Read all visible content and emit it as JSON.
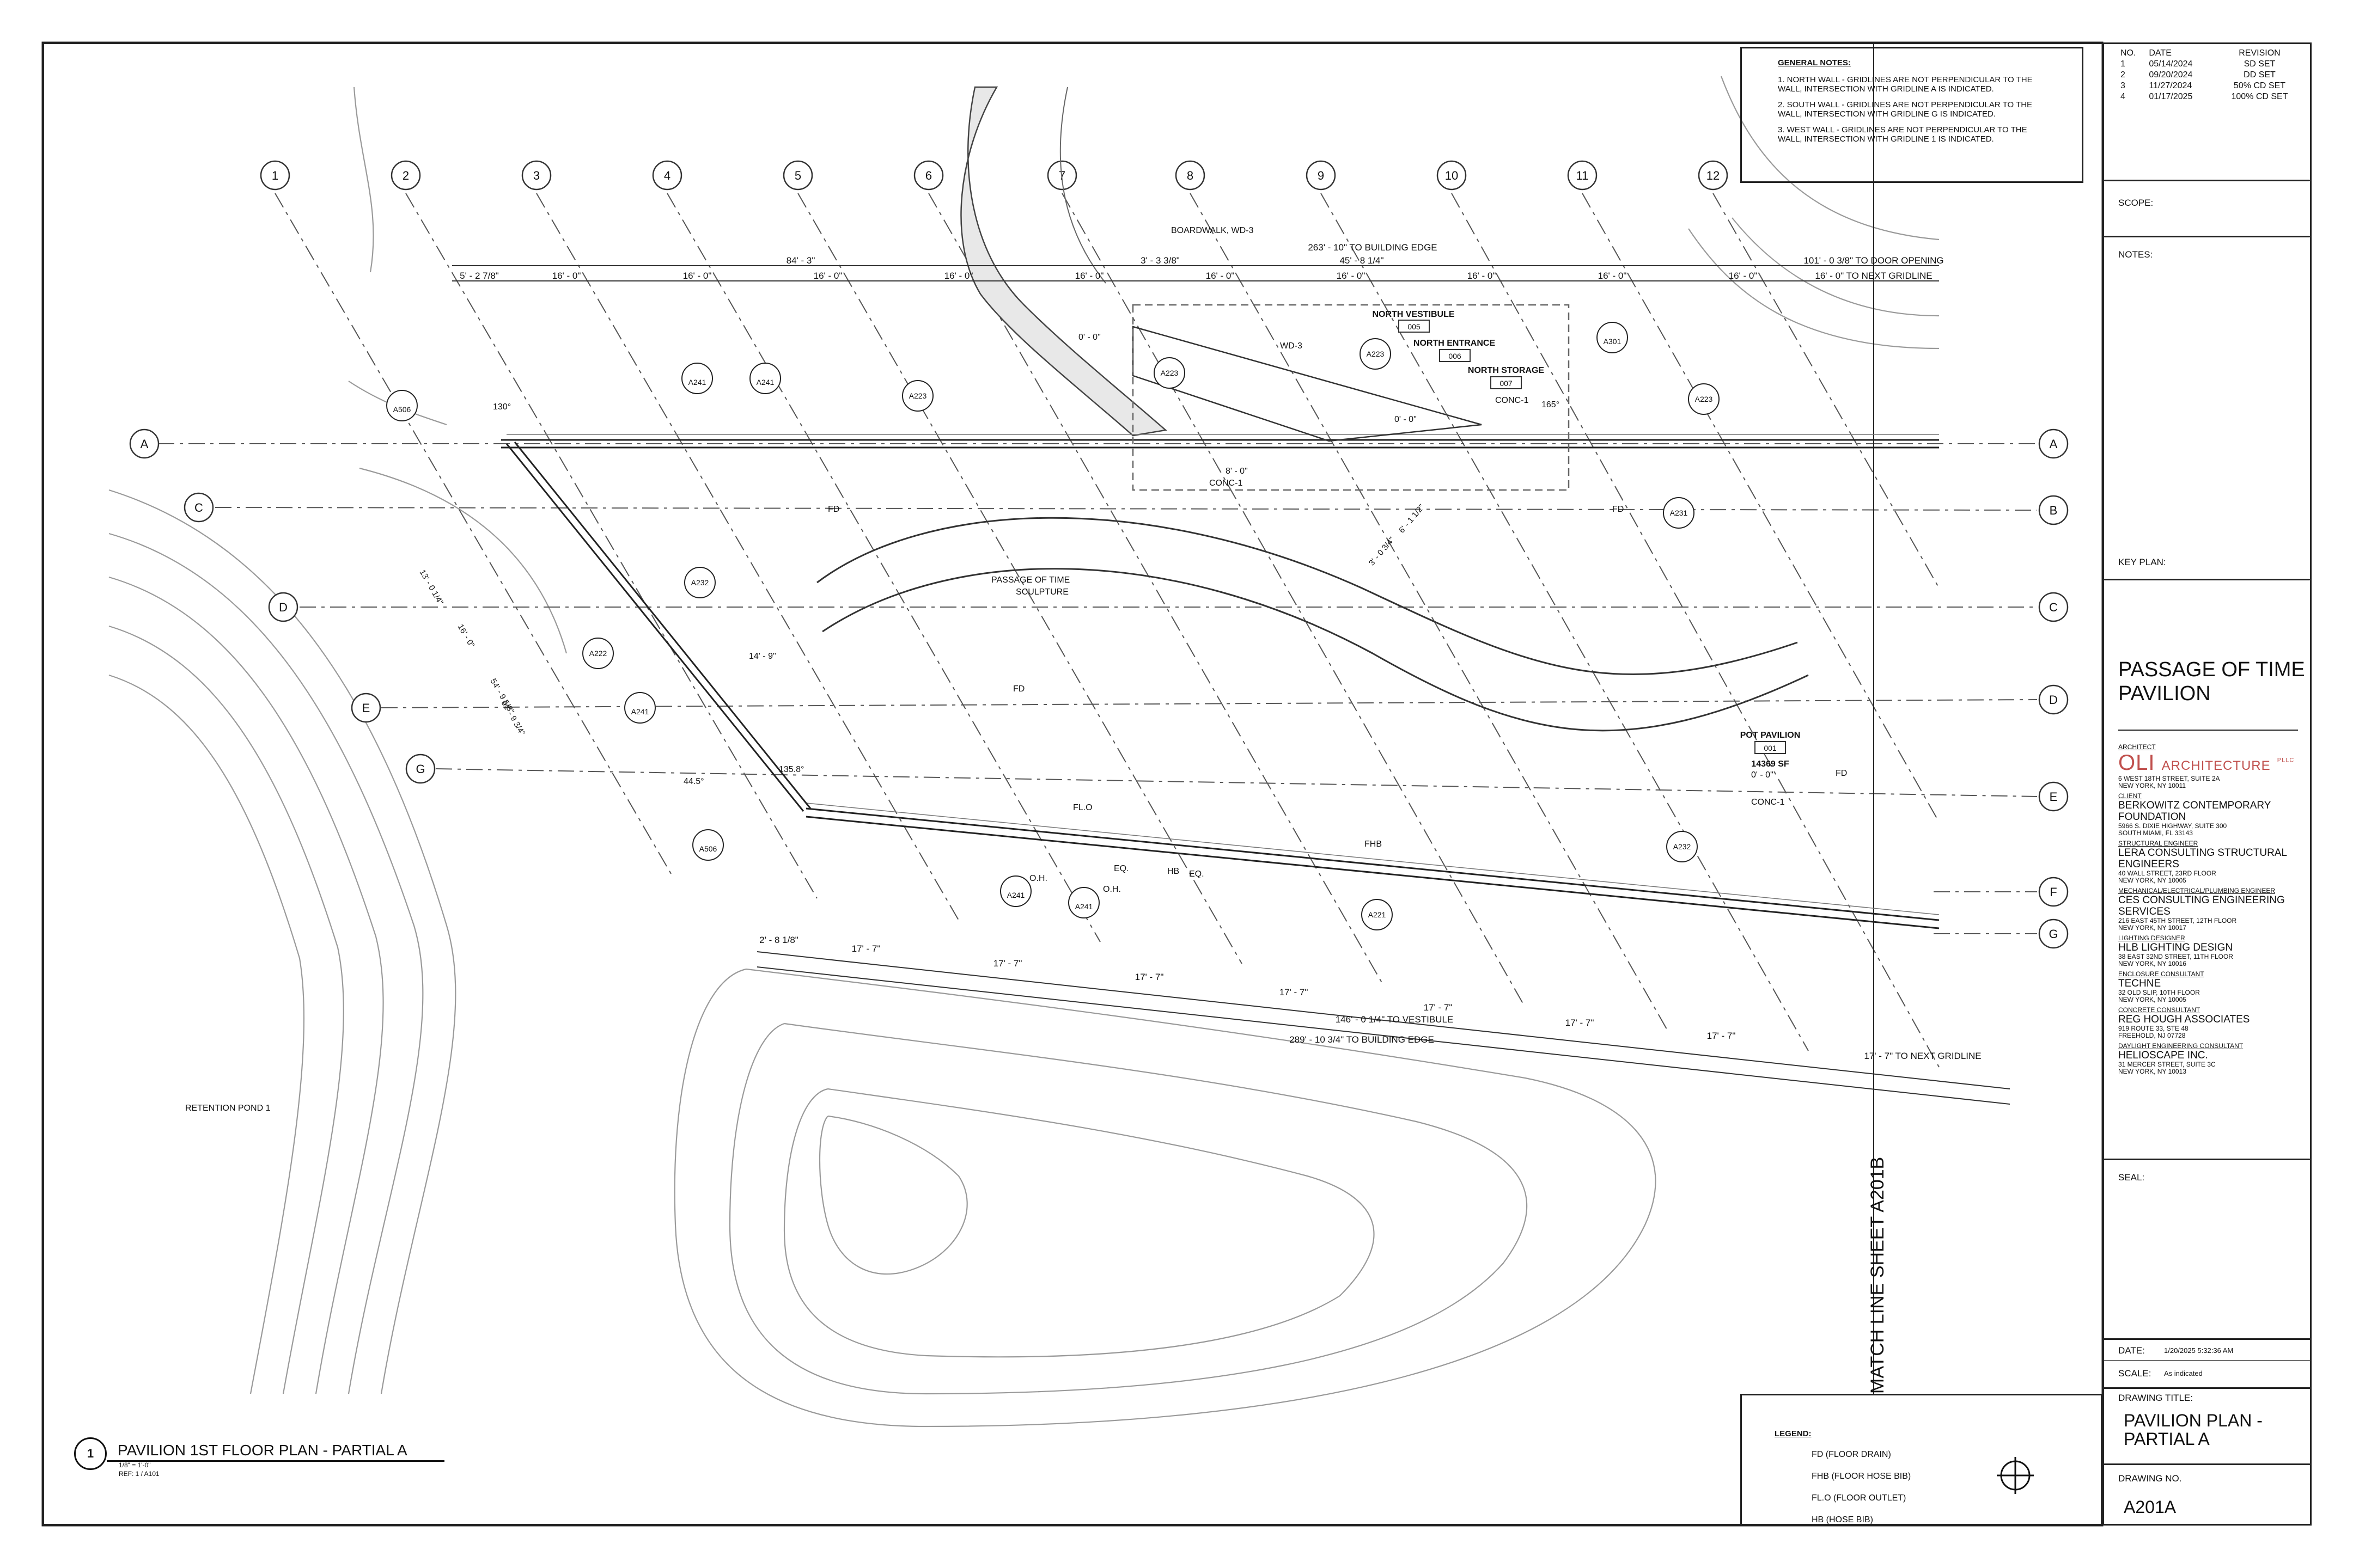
{
  "general_notes": {
    "heading": "GENERAL NOTES:",
    "items": [
      "1. NORTH WALL - GRIDLINES ARE NOT PERPENDICULAR TO THE WALL, INTERSECTION WITH GRIDLINE A IS INDICATED.",
      "2. SOUTH WALL - GRIDLINES ARE NOT PERPENDICULAR TO THE WALL, INTERSECTION WITH GRIDLINE G IS INDICATED.",
      "3. WEST WALL - GRIDLINES ARE NOT PERPENDICULAR TO THE WALL, INTERSECTION WITH GRIDLINE 1 IS INDICATED."
    ]
  },
  "revisions": {
    "headers": [
      "NO.",
      "DATE",
      "REVISION"
    ],
    "rows": [
      [
        "1",
        "05/14/2024",
        "SD SET"
      ],
      [
        "2",
        "09/20/2024",
        "DD SET"
      ],
      [
        "3",
        "11/27/2024",
        "50% CD SET"
      ],
      [
        "4",
        "01/17/2025",
        "100% CD SET"
      ]
    ]
  },
  "title_block": {
    "scope_label": "SCOPE:",
    "notes_label": "NOTES:",
    "key_plan_label": "KEY PLAN:",
    "project_title_1": "PASSAGE OF TIME",
    "project_title_2": "PAVILION",
    "architect_role": "ARCHITECT",
    "architect_logo_main": "OLI",
    "architect_logo_word": "ARCHITECTURE",
    "architect_logo_suffix": "PLLC",
    "architect_addr_1": "6 WEST 18TH STREET, SUITE 2A",
    "architect_addr_2": "NEW YORK, NY 10011",
    "consultants": [
      {
        "role": "CLIENT",
        "name": "BERKOWITZ CONTEMPORARY FOUNDATION",
        "addr1": "5966 S. DIXIE HIGHWAY, SUITE 300",
        "addr2": "SOUTH MIAMI, FL 33143"
      },
      {
        "role": "STRUCTURAL ENGINEER",
        "name": "LERA CONSULTING STRUCTURAL ENGINEERS",
        "addr1": "40 WALL STREET, 23RD FLOOR",
        "addr2": "NEW YORK, NY 10005"
      },
      {
        "role": "MECHANICAL/ELECTRICAL/PLUMBING ENGINEER",
        "name": "CES CONSULTING ENGINEERING SERVICES",
        "addr1": "216 EAST 45TH STREET, 12TH FLOOR",
        "addr2": "NEW YORK, NY 10017"
      },
      {
        "role": "LIGHTING DESIGNER",
        "name": "HLB LIGHTING DESIGN",
        "addr1": "38 EAST 32ND STREET, 11TH FLOOR",
        "addr2": "NEW YORK, NY 10016"
      },
      {
        "role": "ENCLOSURE CONSULTANT",
        "name": "TECHNE",
        "addr1": "32 OLD SLIP, 10TH FLOOR",
        "addr2": "NEW YORK, NY 10005"
      },
      {
        "role": "CONCRETE CONSULTANT",
        "name": "REG HOUGH ASSOCIATES",
        "addr1": "919 ROUTE 33, STE 48",
        "addr2": "FREEHOLD, NJ 07728"
      },
      {
        "role": "DAYLIGHT ENGINEERING CONSULTANT",
        "name": "HELIOSCAPE INC.",
        "addr1": "31 MERCER STREET, SUITE 3C",
        "addr2": "NEW YORK, NY 10013"
      }
    ],
    "seal_label": "SEAL:",
    "date_label": "DATE:",
    "date_value": "1/20/2025 5:32:36 AM",
    "scale_label": "SCALE:",
    "scale_value": "As indicated",
    "drawing_title_label": "DRAWING TITLE:",
    "drawing_title_1": "PAVILION PLAN -",
    "drawing_title_2": "PARTIAL A",
    "drawing_no_label": "DRAWING NO.",
    "drawing_no": "A201A"
  },
  "legend": {
    "heading": "LEGEND:",
    "items": [
      "FD (FLOOR DRAIN)",
      "FHB (FLOOR HOSE BIB)",
      "FL.O (FLOOR OUTLET)",
      "HB (HOSE BIB)"
    ]
  },
  "view_title": {
    "number": "1",
    "title": "PAVILION 1ST FLOOR PLAN - PARTIAL A",
    "scale": "1/8\" = 1'-0\"",
    "ref": "REF: 1 / A101"
  },
  "plan": {
    "grid_numbers": [
      "1",
      "2",
      "3",
      "4",
      "5",
      "6",
      "7",
      "8",
      "9",
      "10",
      "11",
      "12"
    ],
    "grid_letters_left": [
      "A",
      "C",
      "D",
      "E",
      "G"
    ],
    "grid_letters_right": [
      "A",
      "B",
      "C",
      "D",
      "E",
      "F",
      "G"
    ],
    "top_dims": [
      "5' - 2 7/8\"",
      "16' - 0\"",
      "16' - 0\"",
      "16' - 0\"",
      "16' - 0\"",
      "16' - 0\"",
      "3' - 3 3/8\"",
      "16' - 0\"",
      "16' - 0\"",
      "16' - 0\"",
      "16' - 0\"",
      "16' - 0\""
    ],
    "dim_84": "84' - 3\"",
    "dim_45": "45' - 8 1/4\"",
    "dim_263": "263' - 10\" TO BUILDING EDGE",
    "dim_101": "101' - 0 3/8\" TO DOOR OPENING",
    "dim_16next": "16' - 0\" TO NEXT GRIDLINE",
    "boardwalk": "BOARDWALK, WD-3",
    "north_vestibule": "NORTH VESTIBULE",
    "north_vestibule_no": "005",
    "north_entrance": "NORTH ENTRANCE",
    "north_entrance_no": "006",
    "north_storage": "NORTH STORAGE",
    "north_storage_no": "007",
    "conc1": "CONC-1",
    "wd3": "WD-3",
    "passage_sculpture_1": "PASSAGE OF TIME",
    "passage_sculpture_2": "SCULPTURE",
    "pot_pavilion": "POT PAVILION",
    "pot_pavilion_no": "001",
    "pot_pavilion_area": "14369 SF",
    "zero_elev": "0' - 0\"",
    "fd": "FD",
    "flo": "FL.O",
    "fhb": "FHB",
    "hb": "HB",
    "eq": "EQ.",
    "oh": "O.H.",
    "bottom_dims": [
      "17' - 7\"",
      "17' - 7\"",
      "17' - 7\"",
      "17' - 7\"",
      "17' - 7\"",
      "17' - 7\"",
      "17' - 7\""
    ],
    "dim_2_8": "2' - 8 1/8\"",
    "dim_146": "146' - 0 1/4\" TO VESTIBULE",
    "dim_289": "289' - 10 3/4\" TO BUILDING EDGE",
    "dim_17next": "17' - 7\" TO NEXT GRIDLINE",
    "retention_pond": "RETENTION POND 1",
    "match_line": "MATCH LINE SHEET A201B",
    "tags": [
      "A506",
      "A241",
      "A241",
      "A223",
      "A223",
      "A223",
      "A223",
      "A301",
      "A231",
      "A232",
      "A222",
      "A241",
      "A506",
      "A232",
      "A241",
      "A241",
      "A221"
    ],
    "angle_130": "130°",
    "angle_135": "135.8°",
    "angle_165": "165°",
    "angle_44": "44.5°",
    "dim_14_9": "14' - 9\"",
    "dim_13_0": "13' - 0 1/4\"",
    "dim_16_0": "16' - 0\"",
    "dim_61": "61' - 9 3/4\"",
    "dim_54": "54' - 9 5/8\"",
    "dim_8_0": "8' - 0\"",
    "dim_3_0": "3' - 0 3/4\"",
    "dim_6_1": "6' - 1 1/2\""
  }
}
